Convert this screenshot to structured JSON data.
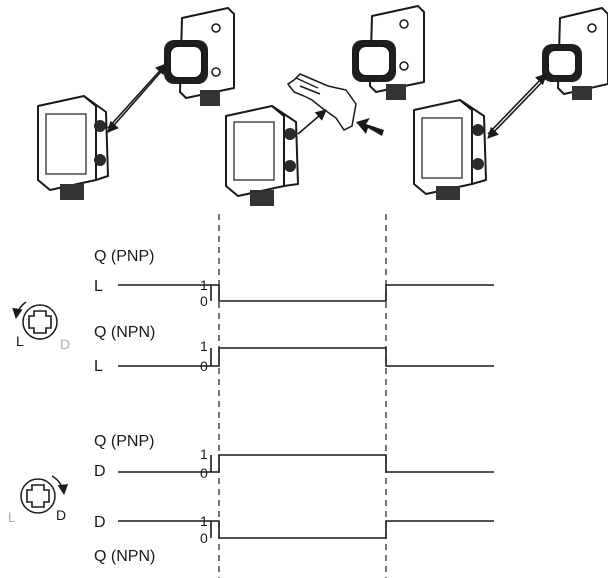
{
  "signals": {
    "q_pnp": "Q (PNP)",
    "q_npn": "Q (NPN)",
    "level_l": "L",
    "level_d": "D",
    "high": "1",
    "low": "0"
  },
  "dials": {
    "light_operate": {
      "active": "L",
      "inactive": "D"
    },
    "dark_operate": {
      "active": "D",
      "inactive": "L"
    }
  },
  "colors": {
    "line": "#1a1a1a",
    "inactive_label": "#b0b0b0"
  },
  "icons": [
    "sensor-emitter-icon",
    "sensor-receiver-icon",
    "hand-icon",
    "arrow-icon",
    "potentiometer-dial-icon"
  ]
}
